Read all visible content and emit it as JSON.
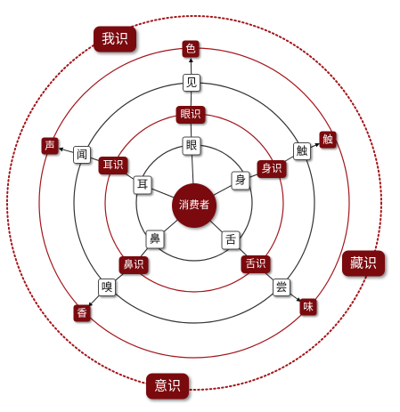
{
  "center": "消费者",
  "organs": {
    "eye": "眼",
    "ear": "耳",
    "nose": "鼻",
    "tongue": "舌",
    "body": "身"
  },
  "consciousness": {
    "eye": "眼识",
    "ear": "耳识",
    "nose": "鼻识",
    "tongue": "舌识",
    "body": "身识"
  },
  "senses": {
    "see": "见",
    "hear": "闻",
    "smell": "嗅",
    "taste": "尝",
    "touch": "触"
  },
  "objects": {
    "color": "色",
    "sound": "声",
    "scent": "香",
    "flavor": "味",
    "tactile": "触"
  },
  "outer_labels": {
    "manas": "我识",
    "alaya": "藏识",
    "mind": "意识"
  },
  "colors": {
    "accent": "#7a0a0e",
    "ring_dark": "#333333",
    "ring_red": "#a3161b"
  }
}
